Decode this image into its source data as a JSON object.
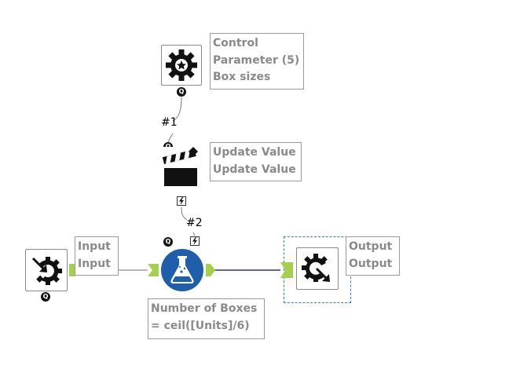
{
  "workflow": {
    "tools": {
      "control_parameter": {
        "icon": "gear-star-icon",
        "annotation": [
          "Control",
          "Parameter (5)",
          "Box sizes"
        ]
      },
      "update_value": {
        "icon": "clapperboard-icon",
        "annotation": [
          "Update Value",
          "Update Value"
        ]
      },
      "input": {
        "icon": "macro-input-icon",
        "annotation": [
          "Input",
          "Input"
        ]
      },
      "formula": {
        "icon": "flask-icon",
        "annotation": [
          "Number of Boxes",
          "= ceil([Units]/6)"
        ]
      },
      "output": {
        "icon": "macro-output-icon",
        "annotation": [
          "Output",
          "Output"
        ]
      }
    },
    "badges": {
      "question": "Q"
    },
    "connection_labels": {
      "first": "#1",
      "second": "#2"
    },
    "colors": {
      "connection_line": "#2e3192",
      "anchor_green": "#a5cf4c",
      "formula_blue": "#1f5ea8",
      "selection": "#2a7fd4"
    }
  }
}
